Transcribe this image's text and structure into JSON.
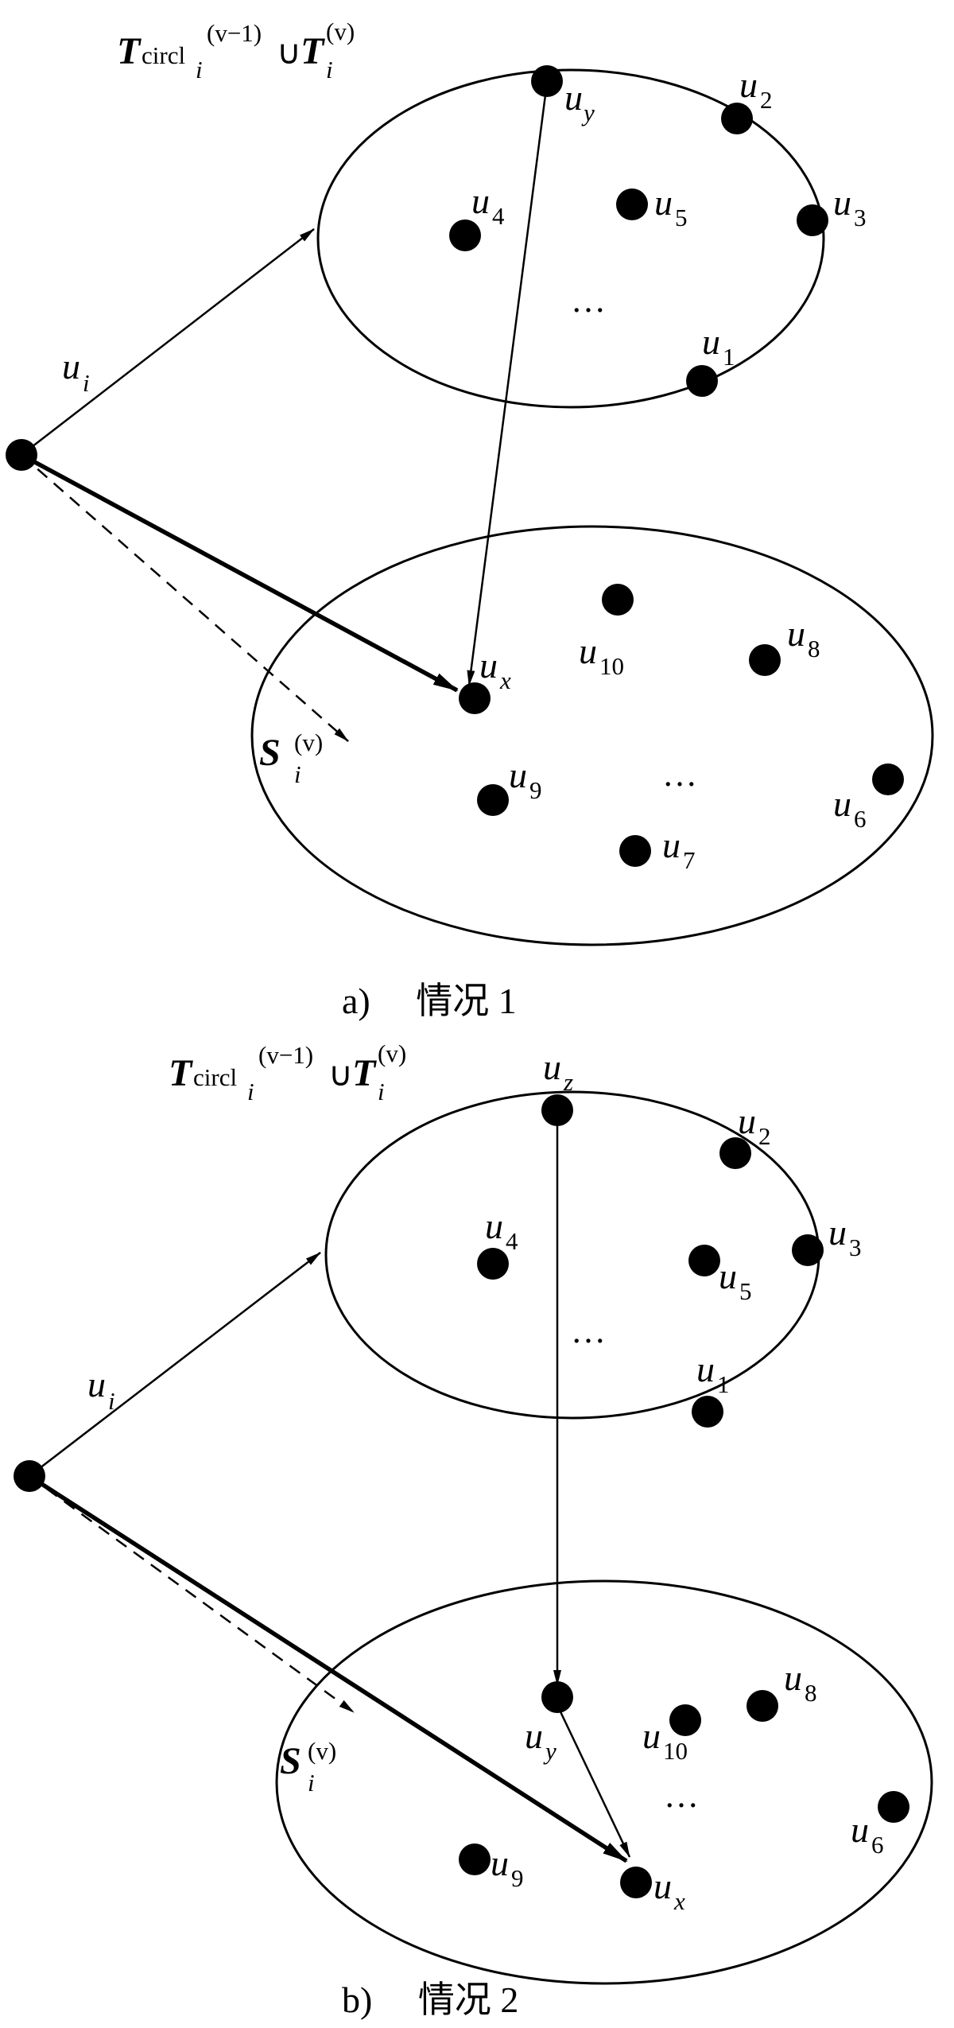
{
  "panel_a": {
    "caption": "a)　 情况 1",
    "upper_set_label": {
      "T": "T",
      "circl": "circl",
      "i1": "i",
      "sup1": "(v−1)",
      "cup": "∪",
      "T2": "T",
      "i2": "i",
      "sup2": "(v)"
    },
    "lower_set_label": {
      "S": "S",
      "i": "i",
      "sup": "(v)"
    },
    "source_label": {
      "base": "u",
      "sub": "i"
    },
    "ellipsis_upper": "…",
    "ellipsis_lower": "…",
    "upper_nodes": [
      {
        "base": "u",
        "sub": "y"
      },
      {
        "base": "u",
        "sub": "2"
      },
      {
        "base": "u",
        "sub": "4"
      },
      {
        "base": "u",
        "sub": "5"
      },
      {
        "base": "u",
        "sub": "3"
      },
      {
        "base": "u",
        "sub": "1"
      }
    ],
    "lower_nodes": [
      {
        "base": "u",
        "sub": "10"
      },
      {
        "base": "u",
        "sub": "8"
      },
      {
        "base": "u",
        "sub": "x"
      },
      {
        "base": "u",
        "sub": "9"
      },
      {
        "base": "u",
        "sub": "6"
      },
      {
        "base": "u",
        "sub": "7"
      }
    ]
  },
  "panel_b": {
    "caption": "b)　 情况 2",
    "upper_set_label": {
      "T": "T",
      "circl": "circl",
      "i1": "i",
      "sup1": "(v−1)",
      "cup": "∪",
      "T2": "T",
      "i2": "i",
      "sup2": "(v)"
    },
    "lower_set_label": {
      "S": "S",
      "i": "i",
      "sup": "(v)"
    },
    "source_label": {
      "base": "u",
      "sub": "i"
    },
    "ellipsis_upper": "…",
    "ellipsis_lower": "…",
    "upper_nodes": [
      {
        "base": "u",
        "sub": "z"
      },
      {
        "base": "u",
        "sub": "2"
      },
      {
        "base": "u",
        "sub": "4"
      },
      {
        "base": "u",
        "sub": "5"
      },
      {
        "base": "u",
        "sub": "3"
      },
      {
        "base": "u",
        "sub": "1"
      }
    ],
    "lower_nodes": [
      {
        "base": "u",
        "sub": "y"
      },
      {
        "base": "u",
        "sub": "10"
      },
      {
        "base": "u",
        "sub": "8"
      },
      {
        "base": "u",
        "sub": "6"
      },
      {
        "base": "u",
        "sub": "9"
      },
      {
        "base": "u",
        "sub": "x"
      }
    ]
  }
}
